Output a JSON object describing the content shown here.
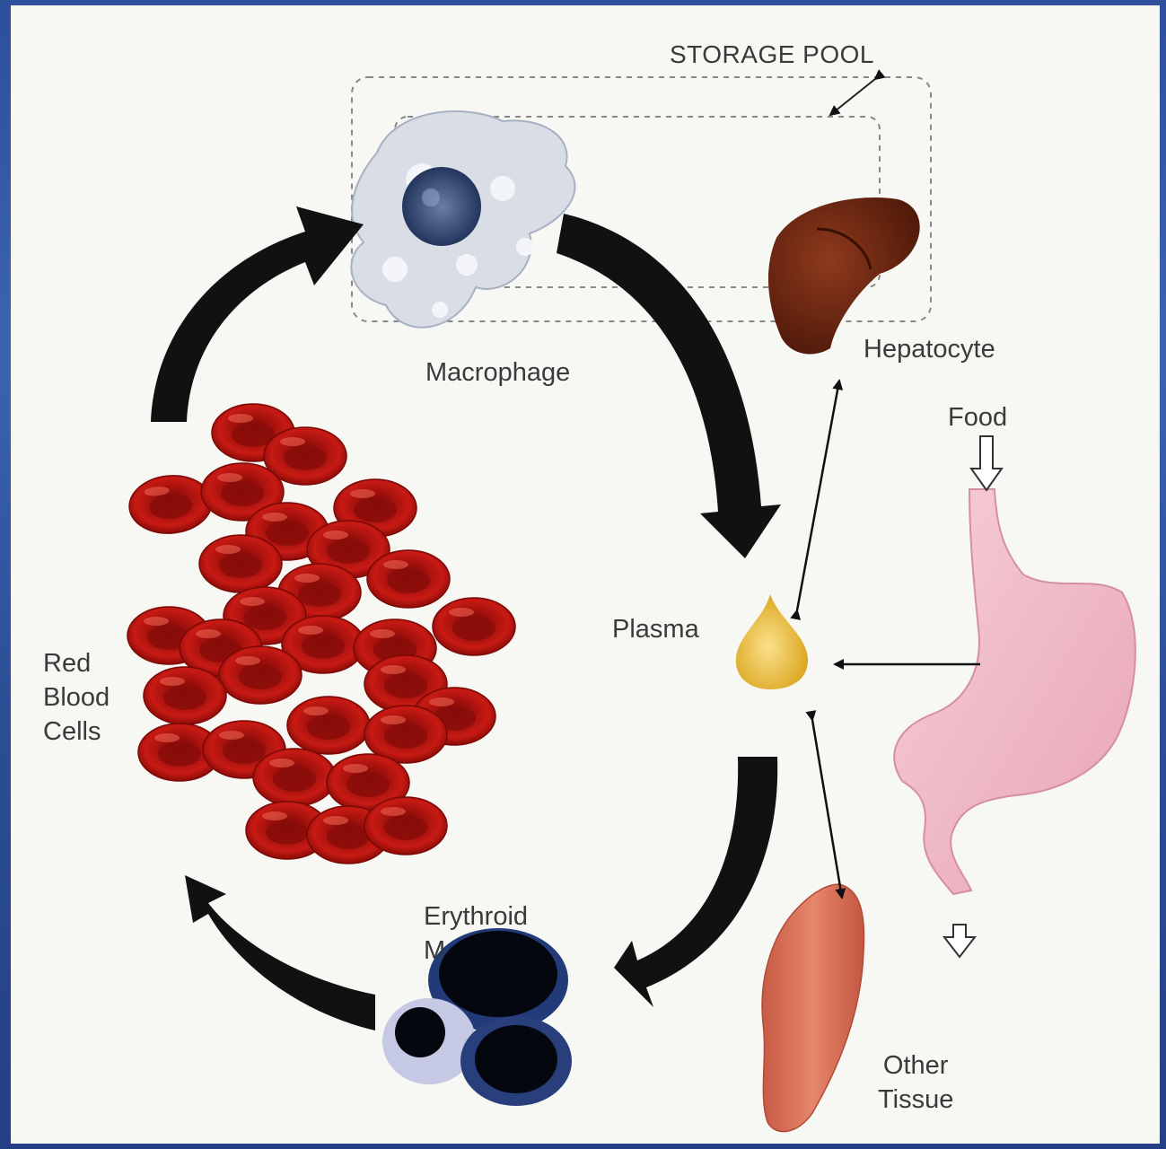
{
  "labels": {
    "storage_pool": "STORAGE POOL",
    "macrophage": "Macrophage",
    "hepatocyte": "Hepatocyte",
    "food": "Food",
    "plasma": "Plasma",
    "red_blood_cells": "Red\nBlood\nCells",
    "erythroid_marrow": "Erythroid\nM",
    "other_tissue": "Other\nTissue"
  },
  "colors": {
    "background_slide": "#2d4f9c",
    "panel": "#f7f7f4",
    "rbc": "#b3130f",
    "liver": "#6b2410",
    "plasma": "#e8b830",
    "stomach": "#efb8c8",
    "muscle": "#d9705a",
    "arrow": "#111111"
  }
}
